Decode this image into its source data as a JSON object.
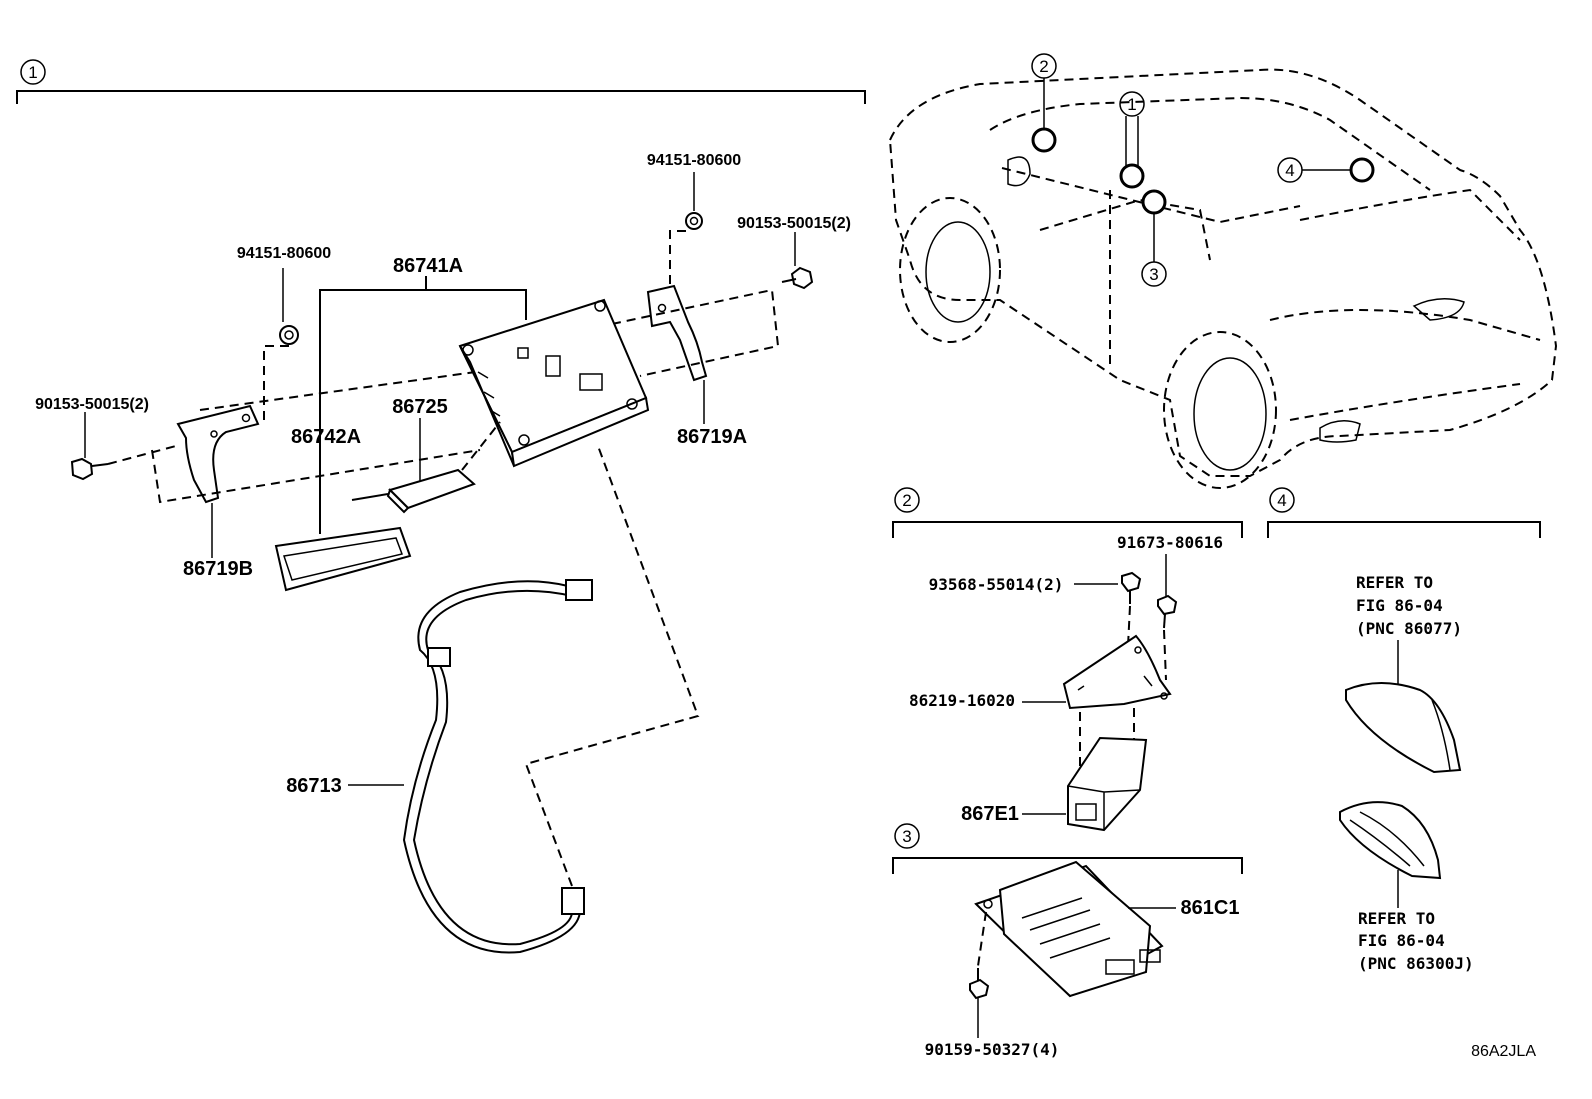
{
  "sections": {
    "s1": {
      "number": "1"
    },
    "s2": {
      "number": "2"
    },
    "s3": {
      "number": "3"
    },
    "s4": {
      "number": "4"
    }
  },
  "car_callouts": {
    "c1": "1",
    "c2": "2",
    "c3": "3",
    "c4": "4"
  },
  "parts": {
    "p94151_left": "94151-80600",
    "p94151_right": "94151-80600",
    "p86741A": "86741A",
    "p90153_right": "90153-50015(2)",
    "p90153_left": "90153-50015(2)",
    "p86725": "86725",
    "p86742A": "86742A",
    "p86719A": "86719A",
    "p86719B": "86719B",
    "p86713": "86713",
    "p91673": "91673-80616",
    "p93568": "93568-55014(2)",
    "p86219": "86219-16020",
    "p867E1": "867E1",
    "p861C1": "861C1",
    "p90159": "90159-50327(4)"
  },
  "references": {
    "ref1": {
      "l1": "REFER TO",
      "l2": "FIG 86-04",
      "l3": "(PNC 86077)"
    },
    "ref2": {
      "l1": "REFER TO",
      "l2": "FIG 86-04",
      "l3": "(PNC 86300J)"
    }
  },
  "figure_code": "86A2JLA"
}
